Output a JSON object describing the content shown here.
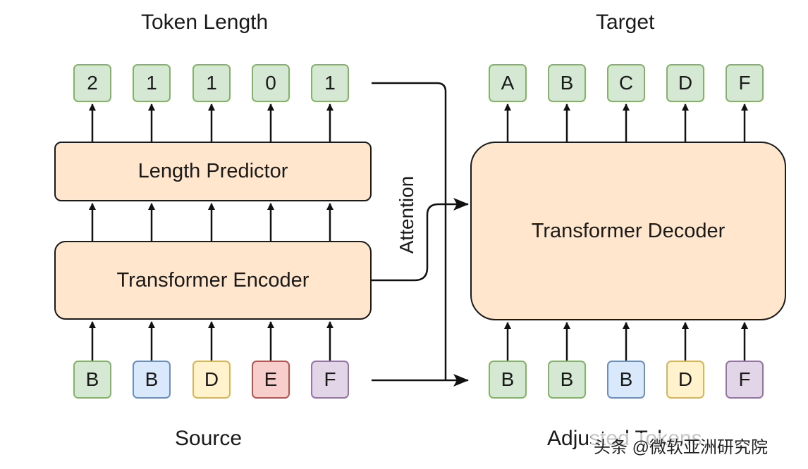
{
  "labels": {
    "token_length": "Token Length",
    "target": "Target",
    "source": "Source",
    "adjusted_tokens": "Adjusted Tokens",
    "attention": "Attention"
  },
  "blocks": {
    "length_predictor": "Length Predictor",
    "encoder": "Transformer Encoder",
    "decoder": "Transformer Decoder"
  },
  "token_lengths": [
    "2",
    "1",
    "1",
    "0",
    "1"
  ],
  "target_tokens": [
    "A",
    "B",
    "C",
    "D",
    "F"
  ],
  "source_tokens": [
    {
      "text": "B",
      "color": "green"
    },
    {
      "text": "B",
      "color": "blue"
    },
    {
      "text": "D",
      "color": "yellow"
    },
    {
      "text": "E",
      "color": "red"
    },
    {
      "text": "F",
      "color": "purple"
    }
  ],
  "adjusted_tokens": [
    {
      "text": "B",
      "color": "green"
    },
    {
      "text": "B",
      "color": "green"
    },
    {
      "text": "B",
      "color": "blue"
    },
    {
      "text": "D",
      "color": "yellow"
    },
    {
      "text": "F",
      "color": "purple"
    }
  ],
  "colors": {
    "green": "#d5e8d4",
    "blue": "#dae8fc",
    "yellow": "#fff2cc",
    "red": "#f8cecc",
    "purple": "#e1d5e7",
    "block": "#ffe6cc"
  },
  "watermark": "头条 @微软亚洲研究院"
}
